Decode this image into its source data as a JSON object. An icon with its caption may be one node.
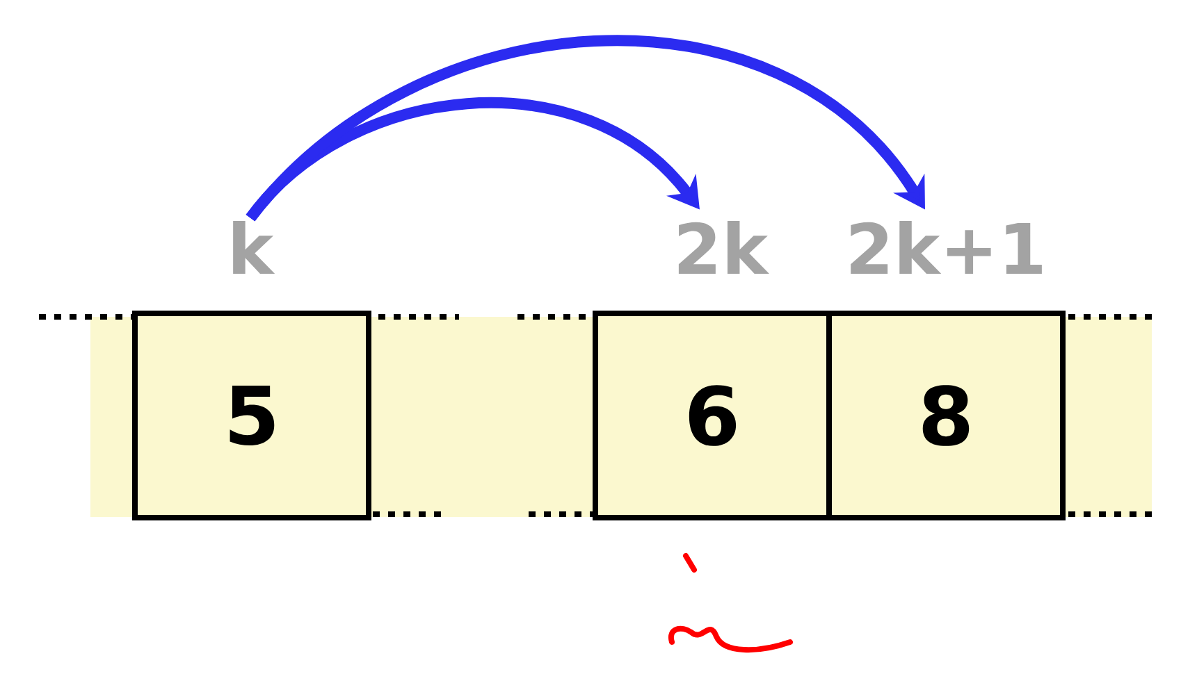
{
  "diagram": {
    "nodes": [
      {
        "text": [
          "k"
        ]
      },
      {
        "text": [
          "2k"
        ]
      },
      {
        "text": [
          "2k+1"
        ]
      },
      {
        "text": [
          "5"
        ]
      },
      {
        "text": [
          "6"
        ]
      },
      {
        "text": [
          "8"
        ]
      }
    ],
    "edges": [
      {
        "from": 0,
        "to": 1,
        "arrow": "to"
      },
      {
        "from": 0,
        "to": 2,
        "arrow": "to"
      }
    ]
  }
}
